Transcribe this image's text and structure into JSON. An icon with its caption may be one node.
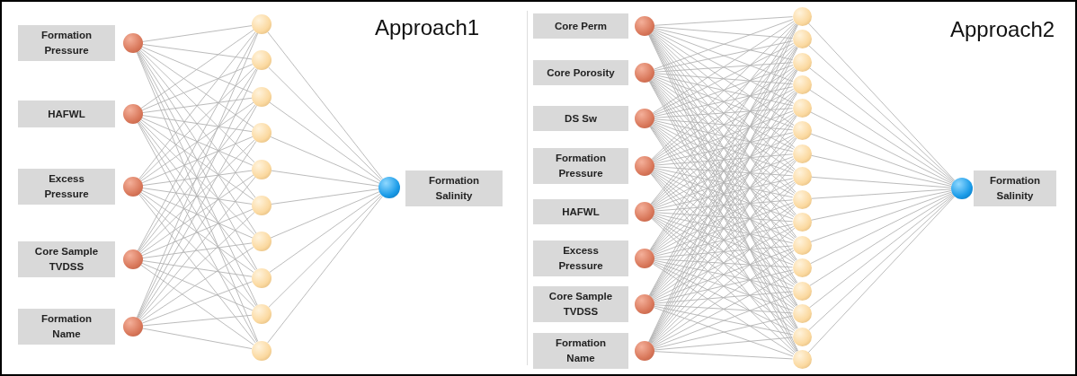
{
  "diagram": {
    "nodes": [
      {
        "text": [
          "Formation Pressure"
        ]
      },
      {
        "text": [
          "HAFWL"
        ]
      },
      {
        "text": [
          "Excess Pressure"
        ]
      },
      {
        "text": [
          "Core Sample TVDSS"
        ]
      },
      {
        "text": [
          "Formation Name"
        ]
      },
      {
        "text": [],
        "shape": "circle"
      },
      {
        "text": [],
        "shape": "circle"
      },
      {
        "text": [],
        "shape": "circle"
      },
      {
        "text": [],
        "shape": "circle"
      },
      {
        "text": [],
        "shape": "circle"
      },
      {
        "text": [],
        "shape": "circle"
      },
      {
        "text": [],
        "shape": "circle"
      },
      {
        "text": [],
        "shape": "circle"
      },
      {
        "text": [],
        "shape": "circle"
      },
      {
        "text": [],
        "shape": "circle"
      },
      {
        "text": [],
        "shape": "circle"
      },
      {
        "text": [],
        "shape": "circle"
      },
      {
        "text": [],
        "shape": "circle"
      },
      {
        "text": [],
        "shape": "circle"
      },
      {
        "text": [],
        "shape": "circle"
      },
      {
        "text": [],
        "shape": "circle"
      },
      {
        "text": [
          "Formation Salinity"
        ]
      },
      {
        "text": [
          "Core Perm"
        ]
      },
      {
        "text": [
          "Core Porosity"
        ]
      },
      {
        "text": [
          "DS Sw"
        ]
      },
      {
        "text": [
          "Formation Pressure"
        ]
      },
      {
        "text": [
          "HAFWL"
        ]
      },
      {
        "text": [
          "Excess Pressure"
        ]
      },
      {
        "text": [
          "Core Sample TVDSS"
        ]
      },
      {
        "text": [
          "Formation Name"
        ]
      },
      {
        "text": [],
        "shape": "circle"
      },
      {
        "text": [],
        "shape": "circle"
      },
      {
        "text": [],
        "shape": "circle"
      },
      {
        "text": [],
        "shape": "circle"
      },
      {
        "text": [],
        "shape": "circle"
      },
      {
        "text": [],
        "shape": "circle"
      },
      {
        "text": [],
        "shape": "circle"
      },
      {
        "text": [],
        "shape": "circle"
      },
      {
        "text": [],
        "shape": "circle"
      },
      {
        "text": [],
        "shape": "circle"
      },
      {
        "text": [],
        "shape": "circle"
      },
      {
        "text": [],
        "shape": "circle"
      },
      {
        "text": [],
        "shape": "circle"
      },
      {
        "text": [],
        "shape": "circle"
      },
      {
        "text": [],
        "shape": "circle"
      },
      {
        "text": [],
        "shape": "circle"
      },
      {
        "text": [],
        "shape": "circle"
      },
      {
        "text": [],
        "shape": "circle"
      },
      {
        "text": [],
        "shape": "circle"
      },
      {
        "text": [],
        "shape": "circle"
      },
      {
        "text": [],
        "shape": "circle"
      },
      {
        "text": [],
        "shape": "circle"
      },
      {
        "text": [],
        "shape": "circle"
      },
      {
        "text": [],
        "shape": "circle"
      },
      {
        "text": [],
        "shape": "circle"
      },
      {
        "text": [
          "Formation Salinity"
        ]
      }
    ],
    "edges": [
      {
        "from": 5,
        "to": 10,
        "arrow": "none"
      },
      {
        "from": 5,
        "to": 11,
        "arrow": "none"
      },
      {
        "from": 5,
        "to": 12,
        "arrow": "none"
      },
      {
        "from": 5,
        "to": 13,
        "arrow": "none"
      },
      {
        "from": 5,
        "to": 14,
        "arrow": "none"
      },
      {
        "from": 5,
        "to": 15,
        "arrow": "none"
      },
      {
        "from": 5,
        "to": 16,
        "arrow": "none"
      },
      {
        "from": 5,
        "to": 17,
        "arrow": "none"
      },
      {
        "from": 5,
        "to": 18,
        "arrow": "none"
      },
      {
        "from": 5,
        "to": 19,
        "arrow": "none"
      },
      {
        "from": 6,
        "to": 10,
        "arrow": "none"
      },
      {
        "from": 6,
        "to": 11,
        "arrow": "none"
      },
      {
        "from": 6,
        "to": 12,
        "arrow": "none"
      },
      {
        "from": 6,
        "to": 13,
        "arrow": "none"
      },
      {
        "from": 6,
        "to": 14,
        "arrow": "none"
      },
      {
        "from": 6,
        "to": 15,
        "arrow": "none"
      },
      {
        "from": 6,
        "to": 16,
        "arrow": "none"
      },
      {
        "from": 6,
        "to": 17,
        "arrow": "none"
      },
      {
        "from": 6,
        "to": 18,
        "arrow": "none"
      },
      {
        "from": 6,
        "to": 19,
        "arrow": "none"
      },
      {
        "from": 7,
        "to": 10,
        "arrow": "none"
      },
      {
        "from": 7,
        "to": 11,
        "arrow": "none"
      },
      {
        "from": 7,
        "to": 12,
        "arrow": "none"
      },
      {
        "from": 7,
        "to": 13,
        "arrow": "none"
      },
      {
        "from": 7,
        "to": 14,
        "arrow": "none"
      },
      {
        "from": 7,
        "to": 15,
        "arrow": "none"
      },
      {
        "from": 7,
        "to": 16,
        "arrow": "none"
      },
      {
        "from": 7,
        "to": 17,
        "arrow": "none"
      },
      {
        "from": 7,
        "to": 18,
        "arrow": "none"
      },
      {
        "from": 7,
        "to": 19,
        "arrow": "none"
      },
      {
        "from": 8,
        "to": 10,
        "arrow": "none"
      },
      {
        "from": 8,
        "to": 11,
        "arrow": "none"
      },
      {
        "from": 8,
        "to": 12,
        "arrow": "none"
      },
      {
        "from": 8,
        "to": 13,
        "arrow": "none"
      },
      {
        "from": 8,
        "to": 14,
        "arrow": "none"
      },
      {
        "from": 8,
        "to": 15,
        "arrow": "none"
      },
      {
        "from": 8,
        "to": 16,
        "arrow": "none"
      },
      {
        "from": 8,
        "to": 17,
        "arrow": "none"
      },
      {
        "from": 8,
        "to": 18,
        "arrow": "none"
      },
      {
        "from": 8,
        "to": 19,
        "arrow": "none"
      },
      {
        "from": 9,
        "to": 10,
        "arrow": "none"
      },
      {
        "from": 9,
        "to": 11,
        "arrow": "none"
      },
      {
        "from": 9,
        "to": 12,
        "arrow": "none"
      },
      {
        "from": 9,
        "to": 13,
        "arrow": "none"
      },
      {
        "from": 9,
        "to": 14,
        "arrow": "none"
      },
      {
        "from": 9,
        "to": 15,
        "arrow": "none"
      },
      {
        "from": 9,
        "to": 16,
        "arrow": "none"
      },
      {
        "from": 9,
        "to": 17,
        "arrow": "none"
      },
      {
        "from": 9,
        "to": 18,
        "arrow": "none"
      },
      {
        "from": 9,
        "to": 19,
        "arrow": "none"
      },
      {
        "from": 10,
        "to": 20,
        "arrow": "none"
      },
      {
        "from": 11,
        "to": 20,
        "arrow": "none"
      },
      {
        "from": 12,
        "to": 20,
        "arrow": "none"
      },
      {
        "from": 13,
        "to": 20,
        "arrow": "none"
      },
      {
        "from": 14,
        "to": 20,
        "arrow": "none"
      },
      {
        "from": 15,
        "to": 20,
        "arrow": "none"
      },
      {
        "from": 16,
        "to": 20,
        "arrow": "none"
      },
      {
        "from": 17,
        "to": 20,
        "arrow": "none"
      },
      {
        "from": 18,
        "to": 20,
        "arrow": "none"
      },
      {
        "from": 19,
        "to": 20,
        "arrow": "none"
      },
      {
        "from": 30,
        "to": 38,
        "arrow": "none"
      },
      {
        "from": 30,
        "to": 39,
        "arrow": "none"
      },
      {
        "from": 30,
        "to": 40,
        "arrow": "none"
      },
      {
        "from": 30,
        "to": 41,
        "arrow": "none"
      },
      {
        "from": 30,
        "to": 42,
        "arrow": "none"
      },
      {
        "from": 30,
        "to": 43,
        "arrow": "none"
      },
      {
        "from": 30,
        "to": 44,
        "arrow": "none"
      },
      {
        "from": 30,
        "to": 45,
        "arrow": "none"
      },
      {
        "from": 30,
        "to": 46,
        "arrow": "none"
      },
      {
        "from": 30,
        "to": 47,
        "arrow": "none"
      },
      {
        "from": 30,
        "to": 48,
        "arrow": "none"
      },
      {
        "from": 30,
        "to": 49,
        "arrow": "none"
      },
      {
        "from": 30,
        "to": 50,
        "arrow": "none"
      },
      {
        "from": 30,
        "to": 51,
        "arrow": "none"
      },
      {
        "from": 30,
        "to": 52,
        "arrow": "none"
      },
      {
        "from": 30,
        "to": 53,
        "arrow": "none"
      },
      {
        "from": 31,
        "to": 38,
        "arrow": "none"
      },
      {
        "from": 31,
        "to": 39,
        "arrow": "none"
      },
      {
        "from": 31,
        "to": 40,
        "arrow": "none"
      },
      {
        "from": 31,
        "to": 41,
        "arrow": "none"
      },
      {
        "from": 31,
        "to": 42,
        "arrow": "none"
      },
      {
        "from": 31,
        "to": 43,
        "arrow": "none"
      },
      {
        "from": 31,
        "to": 44,
        "arrow": "none"
      },
      {
        "from": 31,
        "to": 45,
        "arrow": "none"
      },
      {
        "from": 31,
        "to": 46,
        "arrow": "none"
      },
      {
        "from": 31,
        "to": 47,
        "arrow": "none"
      },
      {
        "from": 31,
        "to": 48,
        "arrow": "none"
      },
      {
        "from": 31,
        "to": 49,
        "arrow": "none"
      },
      {
        "from": 31,
        "to": 50,
        "arrow": "none"
      },
      {
        "from": 31,
        "to": 51,
        "arrow": "none"
      },
      {
        "from": 31,
        "to": 52,
        "arrow": "none"
      },
      {
        "from": 31,
        "to": 53,
        "arrow": "none"
      },
      {
        "from": 32,
        "to": 38,
        "arrow": "none"
      },
      {
        "from": 32,
        "to": 39,
        "arrow": "none"
      },
      {
        "from": 32,
        "to": 40,
        "arrow": "none"
      },
      {
        "from": 32,
        "to": 41,
        "arrow": "none"
      },
      {
        "from": 32,
        "to": 42,
        "arrow": "none"
      },
      {
        "from": 32,
        "to": 43,
        "arrow": "none"
      },
      {
        "from": 32,
        "to": 44,
        "arrow": "none"
      },
      {
        "from": 32,
        "to": 45,
        "arrow": "none"
      },
      {
        "from": 32,
        "to": 46,
        "arrow": "none"
      },
      {
        "from": 32,
        "to": 47,
        "arrow": "none"
      },
      {
        "from": 32,
        "to": 48,
        "arrow": "none"
      },
      {
        "from": 32,
        "to": 49,
        "arrow": "none"
      },
      {
        "from": 32,
        "to": 50,
        "arrow": "none"
      },
      {
        "from": 32,
        "to": 51,
        "arrow": "none"
      },
      {
        "from": 32,
        "to": 52,
        "arrow": "none"
      },
      {
        "from": 32,
        "to": 53,
        "arrow": "none"
      },
      {
        "from": 33,
        "to": 38,
        "arrow": "none"
      },
      {
        "from": 33,
        "to": 39,
        "arrow": "none"
      },
      {
        "from": 33,
        "to": 40,
        "arrow": "none"
      },
      {
        "from": 33,
        "to": 41,
        "arrow": "none"
      },
      {
        "from": 33,
        "to": 42,
        "arrow": "none"
      },
      {
        "from": 33,
        "to": 43,
        "arrow": "none"
      },
      {
        "from": 33,
        "to": 44,
        "arrow": "none"
      },
      {
        "from": 33,
        "to": 45,
        "arrow": "none"
      },
      {
        "from": 33,
        "to": 46,
        "arrow": "none"
      },
      {
        "from": 33,
        "to": 47,
        "arrow": "none"
      },
      {
        "from": 33,
        "to": 48,
        "arrow": "none"
      },
      {
        "from": 33,
        "to": 49,
        "arrow": "none"
      },
      {
        "from": 33,
        "to": 50,
        "arrow": "none"
      },
      {
        "from": 33,
        "to": 51,
        "arrow": "none"
      },
      {
        "from": 33,
        "to": 52,
        "arrow": "none"
      },
      {
        "from": 33,
        "to": 53,
        "arrow": "none"
      },
      {
        "from": 34,
        "to": 38,
        "arrow": "none"
      },
      {
        "from": 34,
        "to": 39,
        "arrow": "none"
      },
      {
        "from": 34,
        "to": 40,
        "arrow": "none"
      },
      {
        "from": 34,
        "to": 41,
        "arrow": "none"
      },
      {
        "from": 34,
        "to": 42,
        "arrow": "none"
      },
      {
        "from": 34,
        "to": 43,
        "arrow": "none"
      },
      {
        "from": 34,
        "to": 44,
        "arrow": "none"
      },
      {
        "from": 34,
        "to": 45,
        "arrow": "none"
      },
      {
        "from": 34,
        "to": 46,
        "arrow": "none"
      },
      {
        "from": 34,
        "to": 47,
        "arrow": "none"
      },
      {
        "from": 34,
        "to": 48,
        "arrow": "none"
      },
      {
        "from": 34,
        "to": 49,
        "arrow": "none"
      },
      {
        "from": 34,
        "to": 50,
        "arrow": "none"
      },
      {
        "from": 34,
        "to": 51,
        "arrow": "none"
      },
      {
        "from": 34,
        "to": 52,
        "arrow": "none"
      },
      {
        "from": 34,
        "to": 53,
        "arrow": "none"
      },
      {
        "from": 35,
        "to": 38,
        "arrow": "none"
      },
      {
        "from": 35,
        "to": 39,
        "arrow": "none"
      },
      {
        "from": 35,
        "to": 40,
        "arrow": "none"
      },
      {
        "from": 35,
        "to": 41,
        "arrow": "none"
      },
      {
        "from": 35,
        "to": 42,
        "arrow": "none"
      },
      {
        "from": 35,
        "to": 43,
        "arrow": "none"
      },
      {
        "from": 35,
        "to": 44,
        "arrow": "none"
      },
      {
        "from": 35,
        "to": 45,
        "arrow": "none"
      },
      {
        "from": 35,
        "to": 46,
        "arrow": "none"
      },
      {
        "from": 35,
        "to": 47,
        "arrow": "none"
      },
      {
        "from": 35,
        "to": 48,
        "arrow": "none"
      },
      {
        "from": 35,
        "to": 49,
        "arrow": "none"
      },
      {
        "from": 35,
        "to": 50,
        "arrow": "none"
      },
      {
        "from": 35,
        "to": 51,
        "arrow": "none"
      },
      {
        "from": 35,
        "to": 52,
        "arrow": "none"
      },
      {
        "from": 35,
        "to": 53,
        "arrow": "none"
      },
      {
        "from": 36,
        "to": 38,
        "arrow": "none"
      },
      {
        "from": 36,
        "to": 39,
        "arrow": "none"
      },
      {
        "from": 36,
        "to": 40,
        "arrow": "none"
      },
      {
        "from": 36,
        "to": 41,
        "arrow": "none"
      },
      {
        "from": 36,
        "to": 42,
        "arrow": "none"
      },
      {
        "from": 36,
        "to": 43,
        "arrow": "none"
      },
      {
        "from": 36,
        "to": 44,
        "arrow": "none"
      },
      {
        "from": 36,
        "to": 45,
        "arrow": "none"
      },
      {
        "from": 36,
        "to": 46,
        "arrow": "none"
      },
      {
        "from": 36,
        "to": 47,
        "arrow": "none"
      },
      {
        "from": 36,
        "to": 48,
        "arrow": "none"
      },
      {
        "from": 36,
        "to": 49,
        "arrow": "none"
      },
      {
        "from": 36,
        "to": 50,
        "arrow": "none"
      },
      {
        "from": 36,
        "to": 51,
        "arrow": "none"
      },
      {
        "from": 36,
        "to": 52,
        "arrow": "none"
      },
      {
        "from": 36,
        "to": 53,
        "arrow": "none"
      },
      {
        "from": 37,
        "to": 38,
        "arrow": "none"
      },
      {
        "from": 37,
        "to": 39,
        "arrow": "none"
      },
      {
        "from": 37,
        "to": 40,
        "arrow": "none"
      },
      {
        "from": 37,
        "to": 41,
        "arrow": "none"
      },
      {
        "from": 37,
        "to": 42,
        "arrow": "none"
      },
      {
        "from": 37,
        "to": 43,
        "arrow": "none"
      },
      {
        "from": 37,
        "to": 44,
        "arrow": "none"
      },
      {
        "from": 37,
        "to": 45,
        "arrow": "none"
      },
      {
        "from": 37,
        "to": 46,
        "arrow": "none"
      },
      {
        "from": 37,
        "to": 47,
        "arrow": "none"
      },
      {
        "from": 37,
        "to": 48,
        "arrow": "none"
      },
      {
        "from": 37,
        "to": 49,
        "arrow": "none"
      },
      {
        "from": 37,
        "to": 50,
        "arrow": "none"
      },
      {
        "from": 37,
        "to": 51,
        "arrow": "none"
      },
      {
        "from": 37,
        "to": 52,
        "arrow": "none"
      },
      {
        "from": 37,
        "to": 53,
        "arrow": "none"
      },
      {
        "from": 38,
        "to": 54,
        "arrow": "none"
      },
      {
        "from": 39,
        "to": 54,
        "arrow": "none"
      },
      {
        "from": 40,
        "to": 54,
        "arrow": "none"
      },
      {
        "from": 41,
        "to": 54,
        "arrow": "none"
      },
      {
        "from": 42,
        "to": 54,
        "arrow": "none"
      },
      {
        "from": 43,
        "to": 54,
        "arrow": "none"
      },
      {
        "from": 44,
        "to": 54,
        "arrow": "none"
      },
      {
        "from": 45,
        "to": 54,
        "arrow": "none"
      },
      {
        "from": 46,
        "to": 54,
        "arrow": "none"
      },
      {
        "from": 47,
        "to": 54,
        "arrow": "none"
      },
      {
        "from": 48,
        "to": 54,
        "arrow": "none"
      },
      {
        "from": 49,
        "to": 54,
        "arrow": "none"
      },
      {
        "from": 50,
        "to": 54,
        "arrow": "none"
      },
      {
        "from": 51,
        "to": 54,
        "arrow": "none"
      },
      {
        "from": 52,
        "to": 54,
        "arrow": "none"
      },
      {
        "from": 53,
        "to": 54,
        "arrow": "none"
      }
    ],
    "labels": [
      "Approach1",
      "Approach2"
    ]
  }
}
